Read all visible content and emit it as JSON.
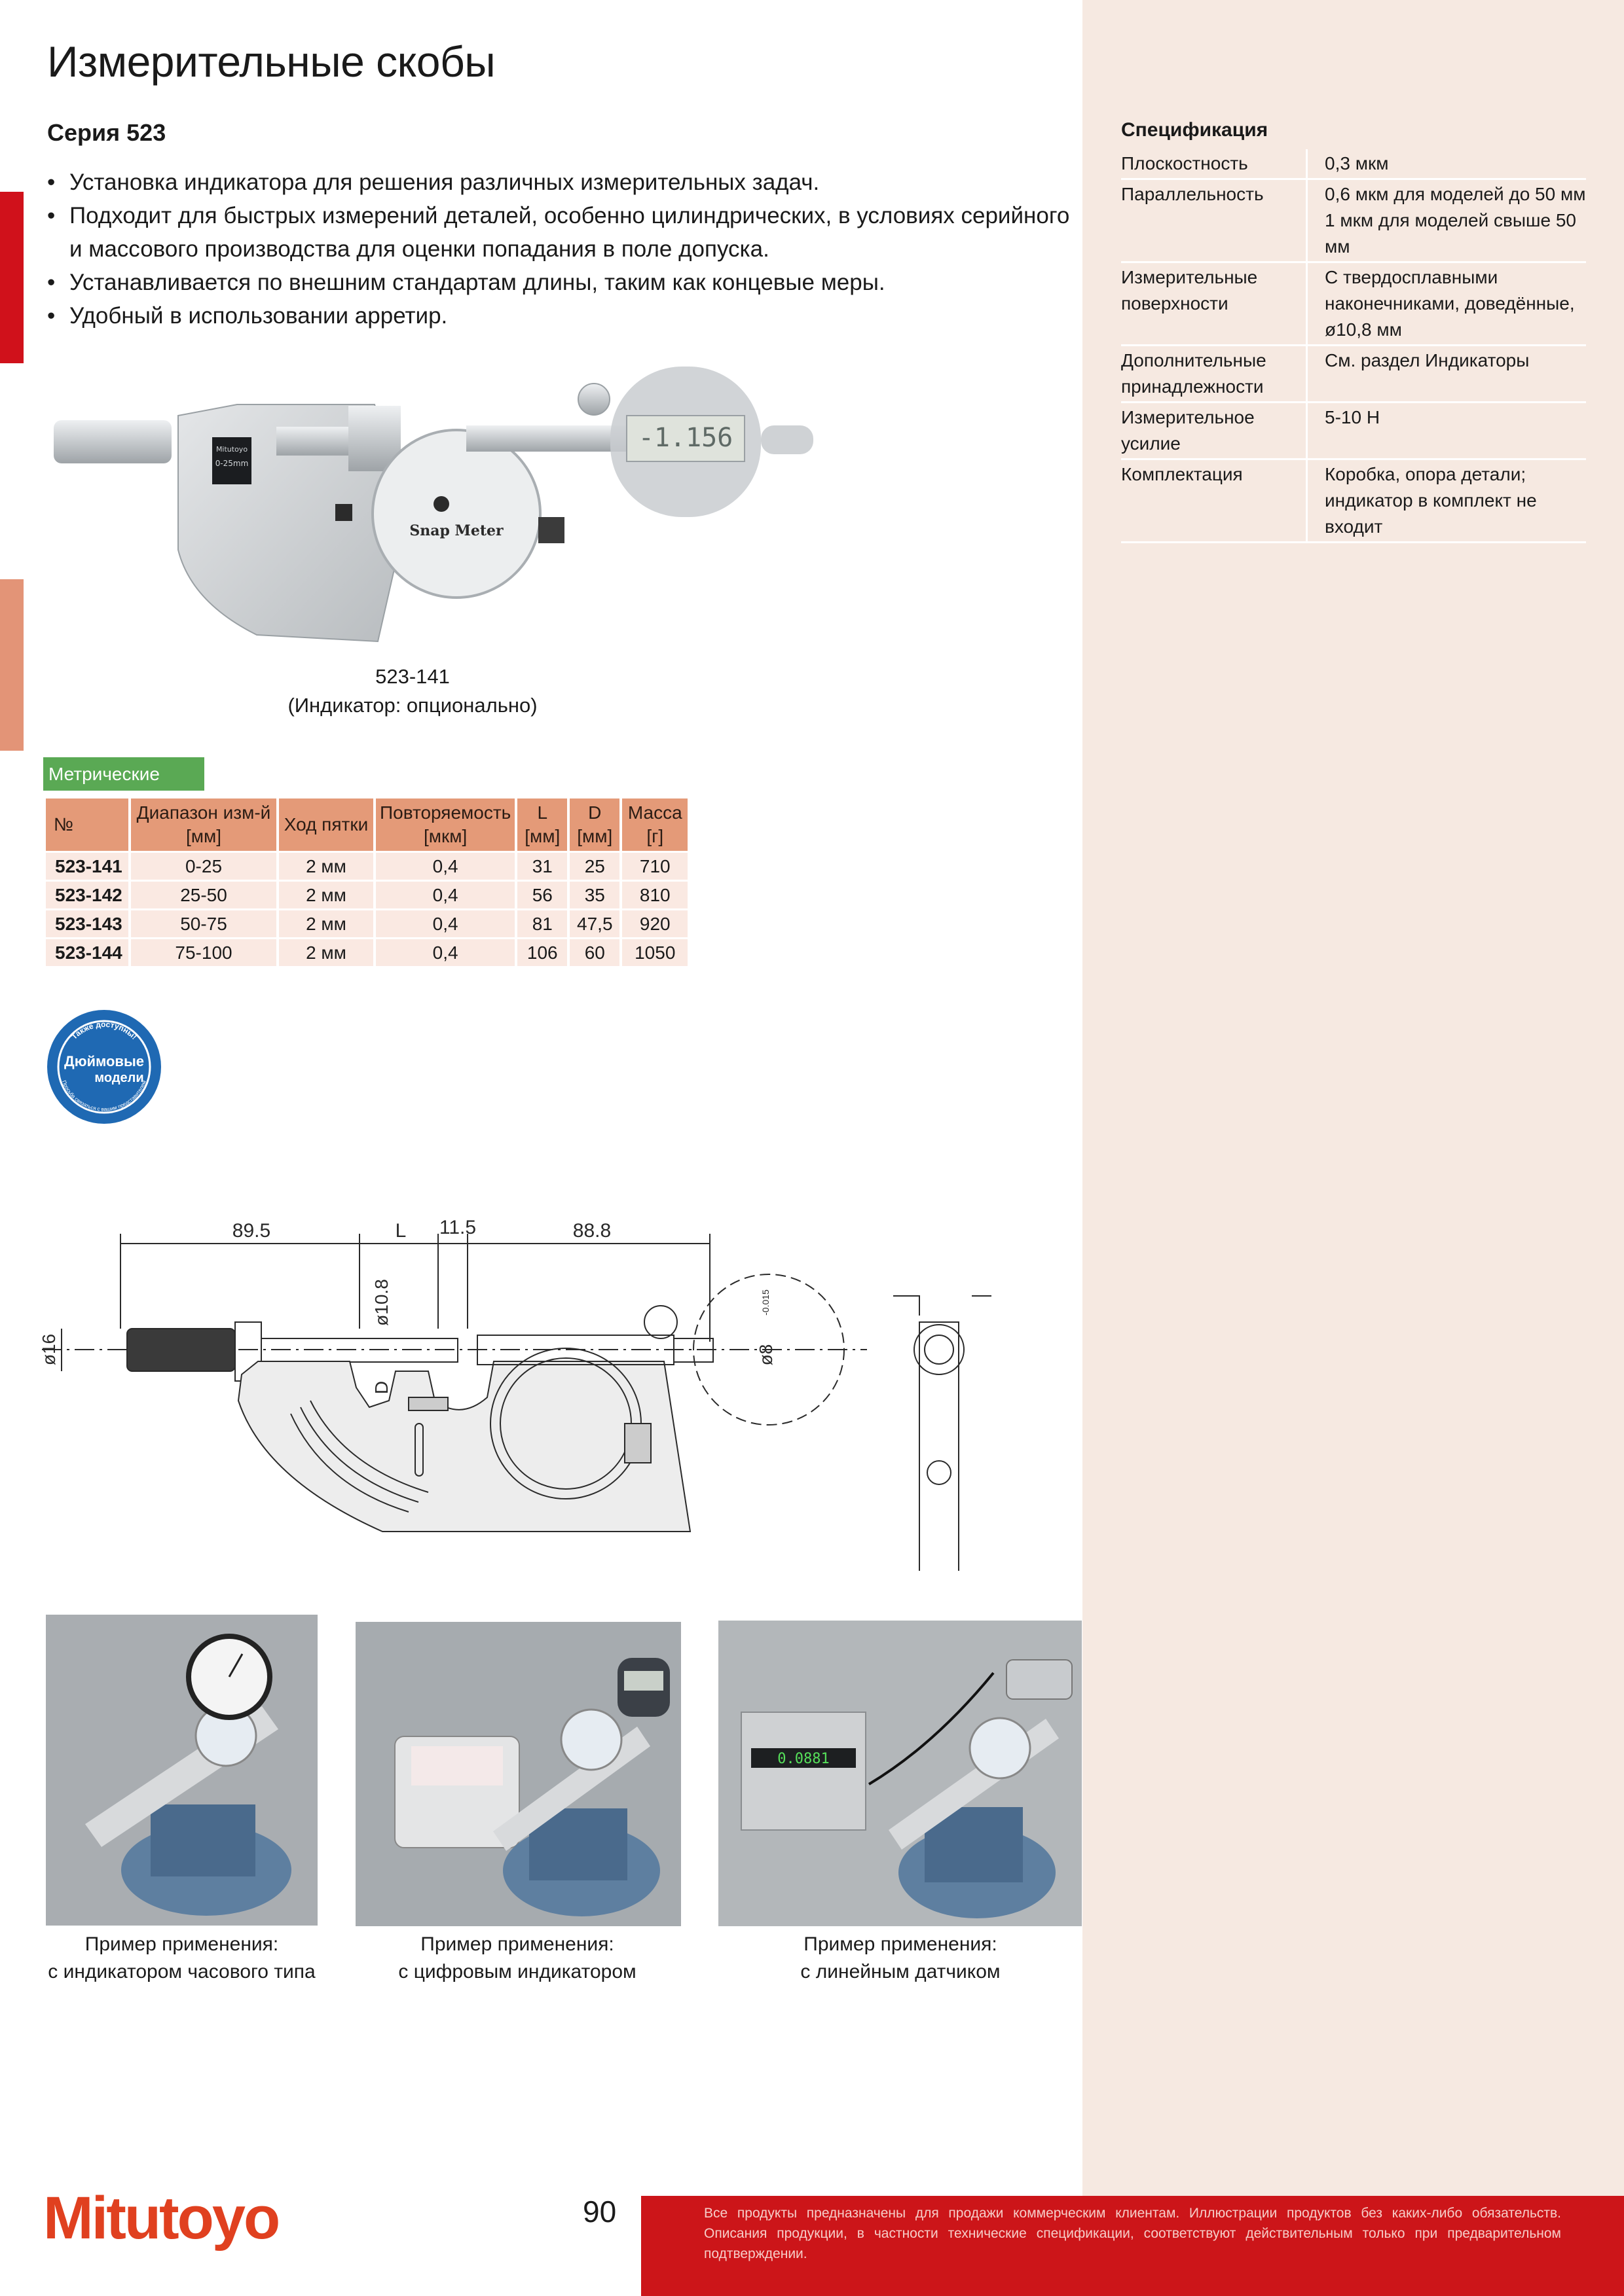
{
  "page": {
    "title": "Измерительные скобы",
    "series": "Серия 523",
    "bullets": [
      "Установка индикатора для решения различных измерительных задач.",
      "Подходит для быстрых измерений деталей, особенно цилиндрических, в условиях серийного и массового производства для оценки попадания в поле допуска.",
      "Устанавливается по внешним стандартам длины, таким как концевые меры.",
      "Удобный в использовании арретир."
    ]
  },
  "product_photo": {
    "caption_model": "523-141",
    "caption_note": "(Индикатор: опционально)",
    "display_readout": "-1.156",
    "display_range": "0-25mm",
    "brand_small": "Mitutoyo",
    "dial_label": "Snap Meter"
  },
  "metric_table": {
    "tag": "Метрические",
    "headers": [
      [
        "№"
      ],
      [
        "Диапазон изм-й",
        "[мм]"
      ],
      [
        "Ход пятки"
      ],
      [
        "Повторяемость",
        "[мкм]"
      ],
      [
        "L",
        "[мм]"
      ],
      [
        "D",
        "[мм]"
      ],
      [
        "Масса",
        "[г]"
      ]
    ],
    "rows": [
      [
        "523-141",
        "0-25",
        "2 мм",
        "0,4",
        "31",
        "25",
        "710"
      ],
      [
        "523-142",
        "25-50",
        "2 мм",
        "0,4",
        "56",
        "35",
        "810"
      ],
      [
        "523-143",
        "50-75",
        "2 мм",
        "0,4",
        "81",
        "47,5",
        "920"
      ],
      [
        "523-144",
        "75-100",
        "2 мм",
        "0,4",
        "106",
        "60",
        "1050"
      ]
    ]
  },
  "badge": {
    "top_text": "Также доступны!",
    "line1": "Дюймовые",
    "line2": "модели",
    "bottom_text": "Просьба связаться с вашим представителем"
  },
  "drawing": {
    "dim_1": "89.5",
    "dim_2": "L",
    "dim_3": "11.5",
    "dim_4": "88.8",
    "dim_5": "ø16",
    "dim_6": "ø10.8",
    "dim_7": "D",
    "dim_8": "ø8",
    "dim_8_tol": "-0.015"
  },
  "applications": [
    {
      "line1": "Пример применения:",
      "line2": "с индикатором часового типа"
    },
    {
      "line1": "Пример применения:",
      "line2": "с цифровым индикатором"
    },
    {
      "line1": "Пример применения:",
      "line2": "с линейным датчиком",
      "display": "0.0881"
    }
  ],
  "specification": {
    "title": "Спецификация",
    "rows": [
      {
        "key": [
          "Плоскостность"
        ],
        "value": [
          "0,3 мкм"
        ]
      },
      {
        "key": [
          "Параллельность"
        ],
        "value": [
          "0,6 мкм для моделей до 50 мм",
          "1 мкм для моделей свыше 50",
          "мм"
        ]
      },
      {
        "key": [
          "Измерительные",
          "поверхности"
        ],
        "value": [
          "С твердосплавными",
          "наконечниками, доведённые,",
          "ø10,8 мм"
        ]
      },
      {
        "key": [
          "Дополнительные",
          "принадлежности"
        ],
        "value": [
          "См. раздел Индикаторы"
        ]
      },
      {
        "key": [
          "Измерительное",
          "усилие"
        ],
        "value": [
          "5-10 Н"
        ]
      },
      {
        "key": [
          "Комплектация"
        ],
        "value": [
          "Коробка, опора детали;",
          "индикатор в комплект не",
          "входит"
        ]
      }
    ]
  },
  "footer": {
    "logo": "Mitutoyo",
    "page_number": "90",
    "disclaimer": "Все продукты предназначены для продажи коммерческим клиентам. Иллюстрации продуктов без каких-либо обязательств. Описания продукции, в частности технические спецификации, соответствуют действительным только при предварительном подтверждении."
  },
  "colors": {
    "accent_red": "#d0111b",
    "accent_salmon": "#e39477",
    "panel_bg": "#f6e9e1",
    "table_header": "#e49a78",
    "table_cell": "#fae9e2",
    "tag_green": "#5aa954",
    "badge_blue": "#1f69b3",
    "logo_orange": "#e0401f"
  }
}
